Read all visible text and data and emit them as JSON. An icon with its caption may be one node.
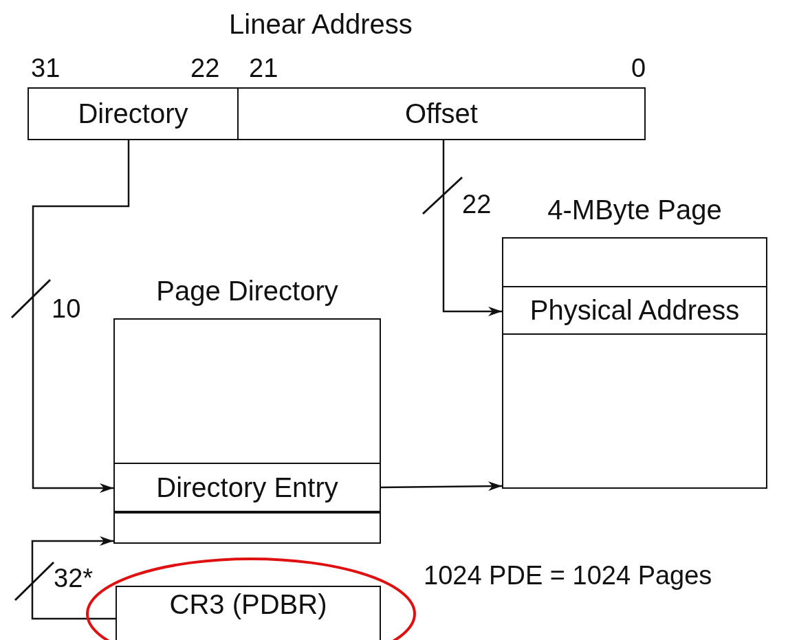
{
  "diagram": {
    "title": "Linear Address",
    "nodes": [
      {
        "text": [
          "Directory"
        ],
        "beside": [
          "31",
          "22"
        ]
      },
      {
        "text": [
          "Offset"
        ],
        "beside": [
          "21",
          "0"
        ]
      },
      {
        "text": [
          "Page Directory"
        ]
      },
      {
        "text": [
          "Directory Entry"
        ],
        "in": 2
      },
      {
        "text": [],
        "shape": "box",
        "in": 2
      },
      {
        "text": [
          "4-MByte Page"
        ]
      },
      {
        "text": [
          "Physical Address"
        ],
        "in": 5
      },
      {
        "text": [
          "CR3 (PDBR)"
        ]
      }
    ],
    "edges": [
      {
        "from": 0,
        "to": 3,
        "arrow": "to",
        "label": "10"
      },
      {
        "from": 1,
        "to": 6,
        "arrow": "to",
        "label": "22"
      },
      {
        "from": 3,
        "to": 5,
        "arrow": "to"
      },
      {
        "from": 7,
        "to": 4,
        "arrow": "to",
        "label": "32*"
      }
    ],
    "labels": [
      "1024 PDE = 1024 Pages"
    ]
  }
}
